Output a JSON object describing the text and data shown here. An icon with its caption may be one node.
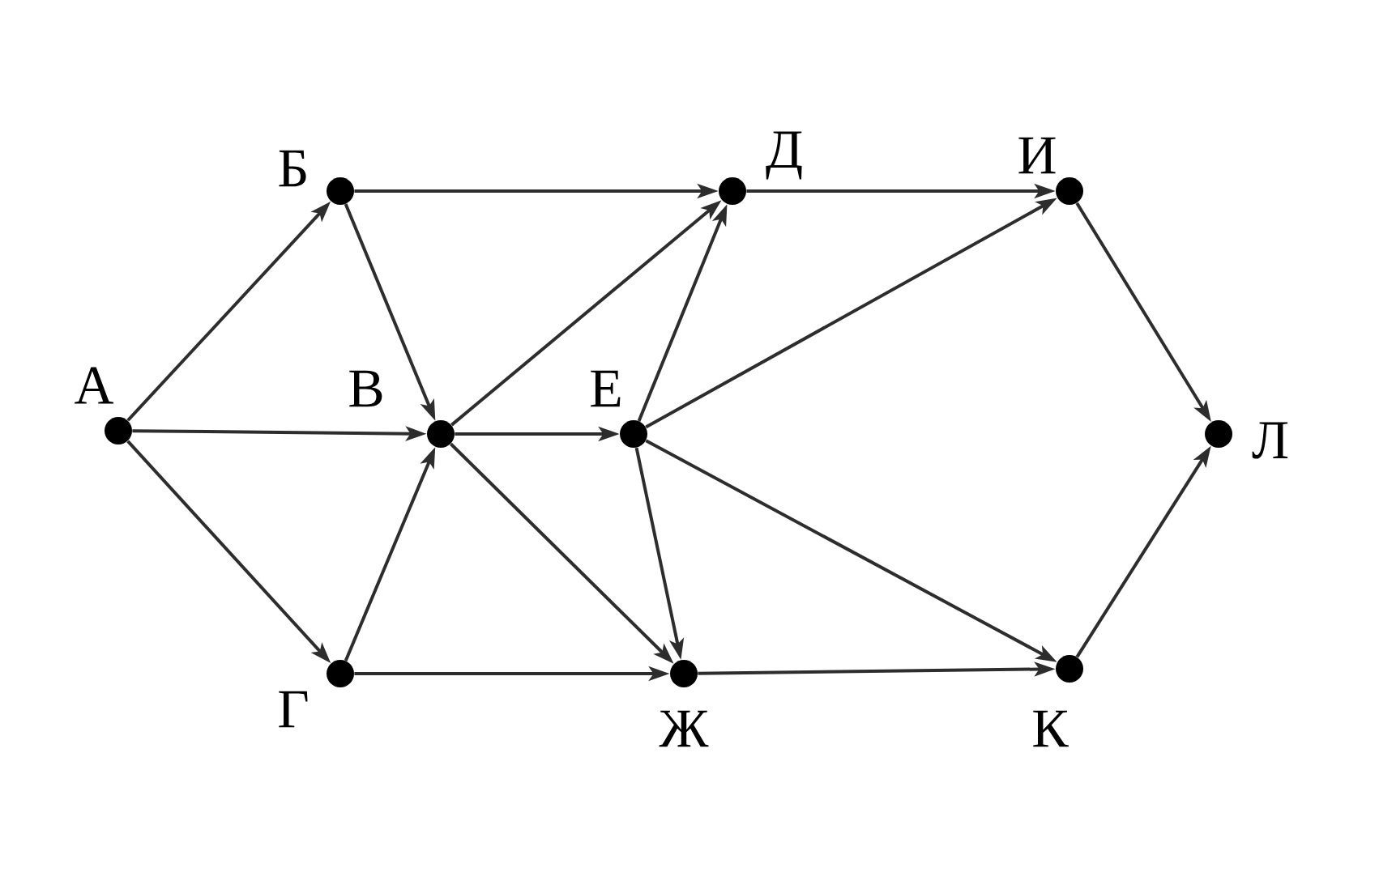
{
  "diagram": {
    "nodes": [
      {
        "text": [
          "А"
        ]
      },
      {
        "text": [
          "Б"
        ]
      },
      {
        "text": [
          "В"
        ]
      },
      {
        "text": [
          "Г"
        ]
      },
      {
        "text": [
          "Д"
        ]
      },
      {
        "text": [
          "Е"
        ]
      },
      {
        "text": [
          "Ж"
        ]
      },
      {
        "text": [
          "И"
        ]
      },
      {
        "text": [
          "К"
        ]
      },
      {
        "text": [
          "Л"
        ]
      }
    ],
    "edges": [
      {
        "from": 0,
        "to": 1,
        "arrow": "to"
      },
      {
        "from": 0,
        "to": 2,
        "arrow": "to"
      },
      {
        "from": 0,
        "to": 3,
        "arrow": "to"
      },
      {
        "from": 1,
        "to": 4,
        "arrow": "to"
      },
      {
        "from": 1,
        "to": 2,
        "arrow": "to"
      },
      {
        "from": 3,
        "to": 2,
        "arrow": "to"
      },
      {
        "from": 3,
        "to": 6,
        "arrow": "to"
      },
      {
        "from": 2,
        "to": 4,
        "arrow": "to"
      },
      {
        "from": 2,
        "to": 5,
        "arrow": "to"
      },
      {
        "from": 2,
        "to": 6,
        "arrow": "to"
      },
      {
        "from": 5,
        "to": 4,
        "arrow": "to"
      },
      {
        "from": 5,
        "to": 7,
        "arrow": "to"
      },
      {
        "from": 5,
        "to": 6,
        "arrow": "to"
      },
      {
        "from": 5,
        "to": 8,
        "arrow": "to"
      },
      {
        "from": 4,
        "to": 7,
        "arrow": "to"
      },
      {
        "from": 6,
        "to": 8,
        "arrow": "to"
      },
      {
        "from": 7,
        "to": 9,
        "arrow": "to"
      },
      {
        "from": 8,
        "to": 9,
        "arrow": "to"
      }
    ]
  }
}
